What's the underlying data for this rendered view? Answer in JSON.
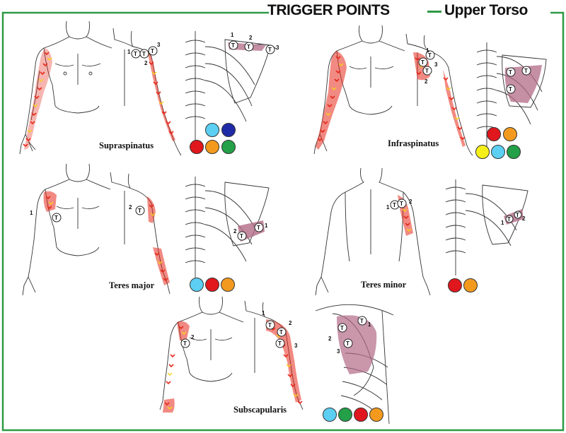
{
  "header": {
    "title_main": "TRIGGER POINTS",
    "title_sub": "Upper Torso",
    "accent_color": "#2e9a44"
  },
  "colors": {
    "light_blue": "#5ccff3",
    "dark_blue": "#1e2aa6",
    "red": "#e0171d",
    "orange": "#f39a1e",
    "green": "#23a048",
    "yellow": "#f6ef1a",
    "referral_red": "#e52a1c",
    "referral_yellow": "#f6d21a",
    "muscle_pink": "#b26a86"
  },
  "panels": [
    {
      "name": "Supraspinatus",
      "trigger_point_numbers": [
        "1",
        "2",
        "3"
      ],
      "color_dots": [
        "light_blue",
        "dark_blue",
        "red",
        "orange",
        "green"
      ]
    },
    {
      "name": "Infraspinatus",
      "trigger_point_numbers": [
        "1",
        "2",
        "3"
      ],
      "color_dots": [
        "red",
        "orange",
        "yellow",
        "light_blue",
        "green"
      ]
    },
    {
      "name": "Teres major",
      "trigger_point_numbers": [
        "1",
        "2"
      ],
      "color_dots": [
        "light_blue",
        "red",
        "orange"
      ]
    },
    {
      "name": "Teres minor",
      "trigger_point_numbers": [
        "1",
        "2"
      ],
      "color_dots": [
        "red",
        "orange"
      ]
    },
    {
      "name": "Subscapularis",
      "trigger_point_numbers": [
        "1",
        "2",
        "3"
      ],
      "color_dots": [
        "light_blue",
        "green",
        "red",
        "orange"
      ]
    }
  ]
}
